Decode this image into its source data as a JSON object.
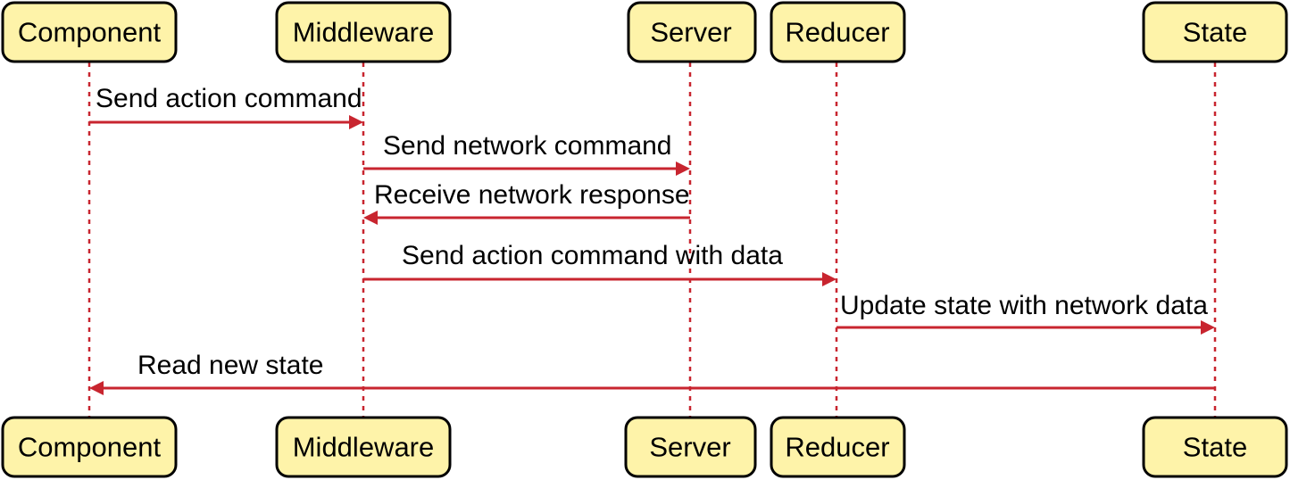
{
  "participants": [
    {
      "id": "component",
      "label": "Component"
    },
    {
      "id": "middleware",
      "label": "Middleware"
    },
    {
      "id": "server",
      "label": "Server"
    },
    {
      "id": "reducer",
      "label": "Reducer"
    },
    {
      "id": "state",
      "label": "State"
    }
  ],
  "messages": [
    {
      "from": "component",
      "to": "middleware",
      "label": "Send action command"
    },
    {
      "from": "middleware",
      "to": "server",
      "label": "Send network command"
    },
    {
      "from": "server",
      "to": "middleware",
      "label": "Receive network response"
    },
    {
      "from": "middleware",
      "to": "reducer",
      "label": "Send action command with data"
    },
    {
      "from": "reducer",
      "to": "state",
      "label": "Update state with network data"
    },
    {
      "from": "state",
      "to": "component",
      "label": "Read new state"
    }
  ],
  "colors": {
    "actor_fill": "#fef3a9",
    "actor_border": "#000000",
    "arrow": "#c8252f"
  }
}
